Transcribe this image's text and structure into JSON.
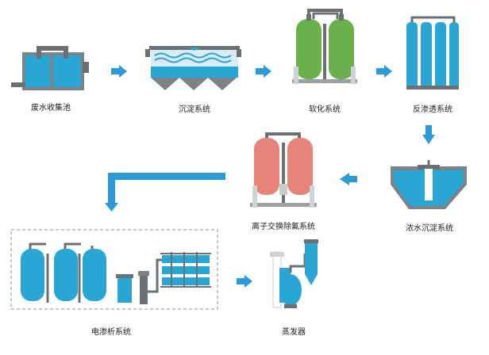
{
  "stages": [
    {
      "id": "wastewater-tank",
      "label": "废水收集池"
    },
    {
      "id": "sedimentation",
      "label": "沉淀系统"
    },
    {
      "id": "softening",
      "label": "软化系统"
    },
    {
      "id": "reverse-osmosis",
      "label": "反渗透系统"
    },
    {
      "id": "concentrate-sedimentation",
      "label": "浓水沉淀系统"
    },
    {
      "id": "ion-exchange",
      "label": "离子交换除氟系统"
    },
    {
      "id": "electrodialysis",
      "label": "电渗析系统"
    },
    {
      "id": "evaporator",
      "label": "蒸发器"
    }
  ],
  "colors": {
    "water_blue": "#2aa6d4",
    "arrow_blue": "#2a9bd6",
    "tank_green": "#6ab04c",
    "tank_red": "#e8837a",
    "frame_gray": "#8a8f94",
    "dark_gray": "#5f6368",
    "light_gray": "#c8cbcf"
  }
}
